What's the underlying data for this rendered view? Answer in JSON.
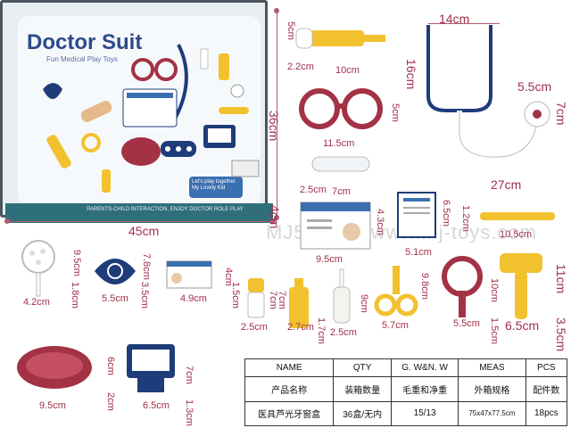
{
  "box": {
    "brand": "Doctor Suit",
    "subtitle": "Fun Medical Play Toys",
    "footer": "PARENTS-CHILD INTERACTION, ENJOY DOCTOR ROLE PLAY",
    "tag": "Let's play together My Lovely Kid"
  },
  "dimensions": {
    "box_height": "36cm",
    "box_width": "45cm",
    "box_depth": "4cm",
    "syringe_h": "5cm",
    "syringe_w": "2.2cm",
    "syringe_len": "10cm",
    "stethoscope_w": "14cm",
    "stethoscope_h": "16cm",
    "stethoscope_head": "5.5cm",
    "stethoscope_side": "7cm",
    "stethoscope_len": "27cm",
    "glasses_h": "5cm",
    "glasses_w": "11.5cm",
    "tube_w": "7cm",
    "tube_d": "2.5cm",
    "card_big_h": "4.3cm",
    "card_big_w": "9.5cm",
    "clipboard_h": "6.5cm",
    "clipboard_w": "5.1cm",
    "tongue_d": "1.2cm",
    "tongue_w": "10.5cm",
    "mirror_h": "9.5cm",
    "mirror_w": "4.2cm",
    "mirror_d": "1.8cm",
    "otoscope_h": "7.8cm",
    "otoscope_w": "5.5cm",
    "otoscope_d": "3.5cm",
    "card_small_h": "4cm",
    "card_small_w": "4.9cm",
    "card_small_d": "1.5cm",
    "pill_h": "7cm",
    "pill_w": "2.5cm",
    "bottle_h": "7cm",
    "bottle_w": "2.7cm",
    "dropper_h": "9cm",
    "dropper_w": "2.5cm",
    "dropper_d": "1.7cm",
    "scissors_h": "9.8cm",
    "scissors_w": "5.7cm",
    "reflex_h": "10cm",
    "reflex_w": "5.5cm",
    "reflex_d": "1.5cm",
    "hammer_h": "11cm",
    "hammer_w": "6.5cm",
    "hammer_d": "3.5cm",
    "tray_h": "6cm",
    "tray_w": "9.5cm",
    "tray_d": "2cm",
    "monitor_h": "7cm",
    "monitor_w": "6.5cm",
    "monitor_d": "1.3cm"
  },
  "watermark": "MJ558891 www.mj-toys.com",
  "table": {
    "headers_en": [
      "NAME",
      "QTY",
      "G. W&N. W",
      "MEAS",
      "PCS"
    ],
    "headers_cn": [
      "产品名称",
      "装箱数量",
      "毛重和净重",
      "外箱规格",
      "配件数"
    ],
    "row": [
      "医具芦光牙窗盒",
      "36盒/无内",
      "15/13",
      "75x47x77.5cm",
      "18pcs"
    ]
  },
  "colors": {
    "dimension": "#a0304a",
    "navy": "#1f3c7a",
    "yellow": "#f2c12e",
    "maroon": "#a33244"
  }
}
